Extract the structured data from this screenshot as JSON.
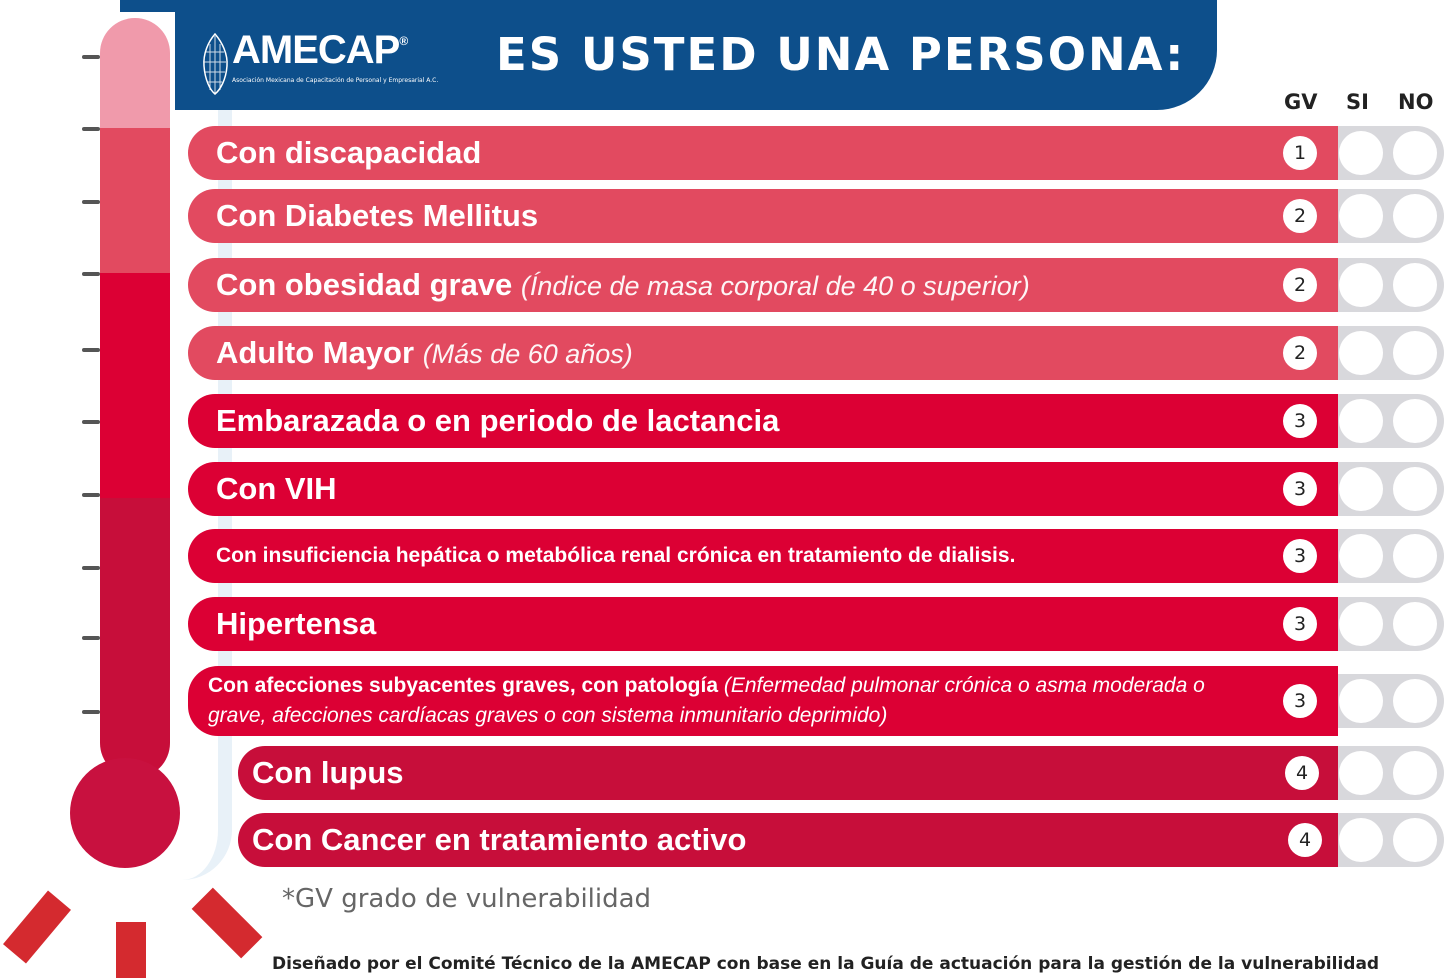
{
  "header": {
    "logo_text": "AMECAP",
    "logo_reg": "®",
    "logo_sub": "Asociación Mexicana de Capacitación de Personal y Empresarial A.C.",
    "title": "ES USTED UNA PERSONA:"
  },
  "columns": {
    "gv": "GV",
    "si": "SI",
    "no": "NO"
  },
  "colors": {
    "header": "#0d4f8b",
    "pink": "#e24a60",
    "red": "#dc0034",
    "crimson": "#c70e3a",
    "track": "#d8d8dc"
  },
  "rows": [
    {
      "label": "Con discapacidad",
      "note": "",
      "gv": "1"
    },
    {
      "label": "Con Diabetes Mellitus",
      "note": "",
      "gv": "2"
    },
    {
      "label": "Con obesidad grave",
      "note": "(Índice de masa corporal de 40 o superior)",
      "gv": "2"
    },
    {
      "label": "Adulto Mayor",
      "note": "(Más de 60 años)",
      "gv": "2"
    },
    {
      "label": "Embarazada o en periodo de lactancia",
      "note": "",
      "gv": "3"
    },
    {
      "label": "Con VIH",
      "note": "",
      "gv": "3"
    },
    {
      "label": "Con insuficiencia hepática o metabólica renal crónica en tratamiento de dialisis.",
      "note": "",
      "gv": "3"
    },
    {
      "label": "Hipertensa",
      "note": "",
      "gv": "3"
    },
    {
      "label": "Con afecciones subyacentes graves, con patología",
      "note": "(Enfermedad pulmonar crónica o asma moderada o grave, afecciones cardíacas graves o con sistema inmunitario deprimido)",
      "gv": "3"
    },
    {
      "label": "Con lupus",
      "note": "",
      "gv": "4"
    },
    {
      "label": "Con Cancer en tratamiento activo",
      "note": "",
      "gv": "4"
    }
  ],
  "footnote": "*GV grado de vulnerabilidad",
  "credits": "Diseñado por el Comité Técnico de la AMECAP con base en la Guía de actuación para la gestión de la vulnerabilidad"
}
